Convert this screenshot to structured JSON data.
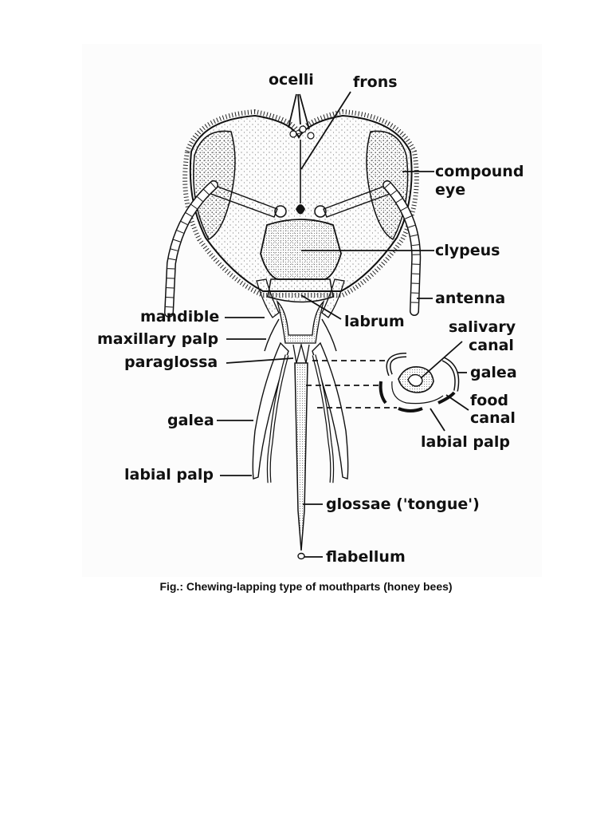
{
  "labels": {
    "ocelli": "ocelli",
    "frons": "frons",
    "compound_eye_1": "compound",
    "compound_eye_2": "eye",
    "clypeus": "clypeus",
    "antenna": "antenna",
    "mandible": "mandible",
    "maxillary_palp": "maxillary palp",
    "labrum": "labrum",
    "salivary_canal_1": "salivary",
    "salivary_canal_2": "canal",
    "paraglossa": "paraglossa",
    "galea_section": "galea",
    "food_canal_1": "food",
    "food_canal_2": "canal",
    "galea": "galea",
    "labial_palp_section": "labial palp",
    "labial_palp": "labial palp",
    "glossae": "glossae ('tongue')",
    "flabellum": "flabellum"
  },
  "caption": "Fig.: Chewing-lapping type of mouthparts (honey bees)"
}
